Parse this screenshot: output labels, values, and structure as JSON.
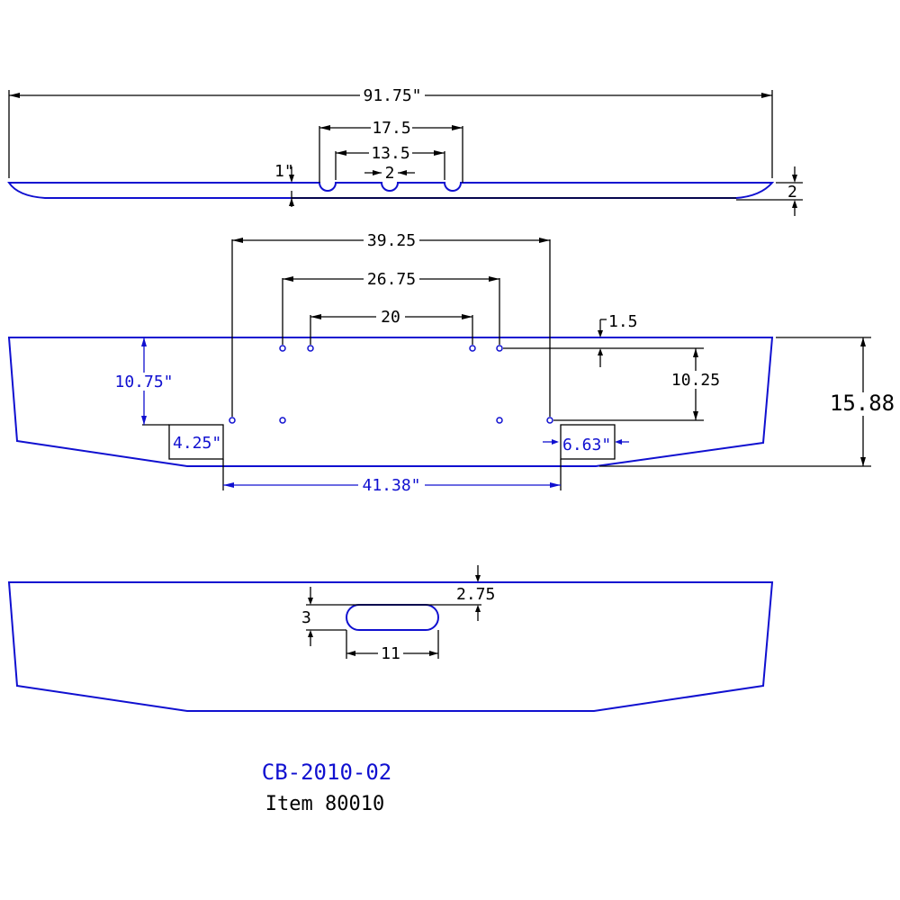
{
  "top_view": {
    "overall_width": "91.75\"",
    "outer_spacing": "17.5",
    "inner_spacing": "13.5",
    "center_notch": "2",
    "notch_depth": "1\"",
    "height": "2"
  },
  "front_view": {
    "outer_holes": "39.25",
    "middle_holes": "26.75",
    "inner_holes": "20",
    "top_offset": "1.5",
    "left_height": "10.75\"",
    "right_height": "10.25",
    "total_height": "15.88",
    "left_cutout": "4.25\"",
    "right_cutout": "6.63\"",
    "bottom_span": "41.38\""
  },
  "back_view": {
    "slot_offset": "2.75",
    "slot_height": "3",
    "slot_width": "11"
  },
  "title": {
    "part_number": "CB-2010-02",
    "item": "Item 80010"
  }
}
